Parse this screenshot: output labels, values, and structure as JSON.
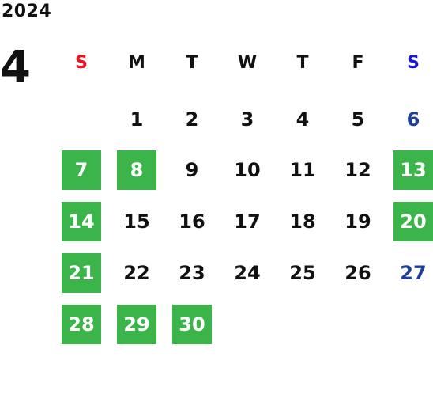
{
  "calendar": {
    "year": "2024",
    "month": "4",
    "weekdays": [
      "S",
      "M",
      "T",
      "W",
      "T",
      "F",
      "S"
    ],
    "weeks": [
      [
        "",
        "1",
        "2",
        "3",
        "4",
        "5",
        "6"
      ],
      [
        "7",
        "8",
        "9",
        "10",
        "11",
        "12",
        "13"
      ],
      [
        "14",
        "15",
        "16",
        "17",
        "18",
        "19",
        "20"
      ],
      [
        "21",
        "22",
        "23",
        "24",
        "25",
        "26",
        "27"
      ],
      [
        "28",
        "29",
        "30",
        "",
        "",
        "",
        ""
      ]
    ],
    "highlighted_days": [
      "7",
      "8",
      "13",
      "14",
      "20",
      "21",
      "28",
      "29",
      "30"
    ],
    "colors": {
      "highlight": "#3bb54a",
      "sunday_header": "#e8141e",
      "saturday_header": "#1b16d6",
      "saturday_day": "#1e3f99"
    }
  }
}
